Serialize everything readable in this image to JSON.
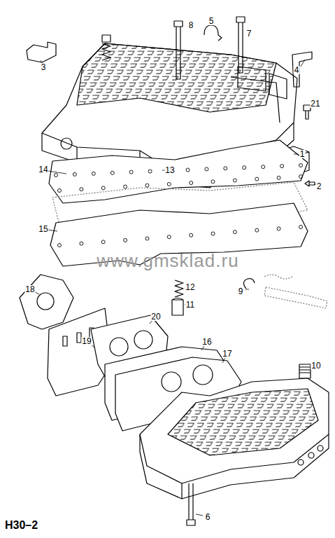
{
  "diagram": {
    "labels": [
      "8",
      "5",
      "7",
      "3",
      "4",
      "21",
      "1",
      "2",
      "14",
      "13",
      "15",
      "9",
      "18",
      "12",
      "11",
      "20",
      "19",
      "16",
      "17",
      "10",
      "6",
      "H30–2",
      "www.gmsklad.ru"
    ]
  }
}
